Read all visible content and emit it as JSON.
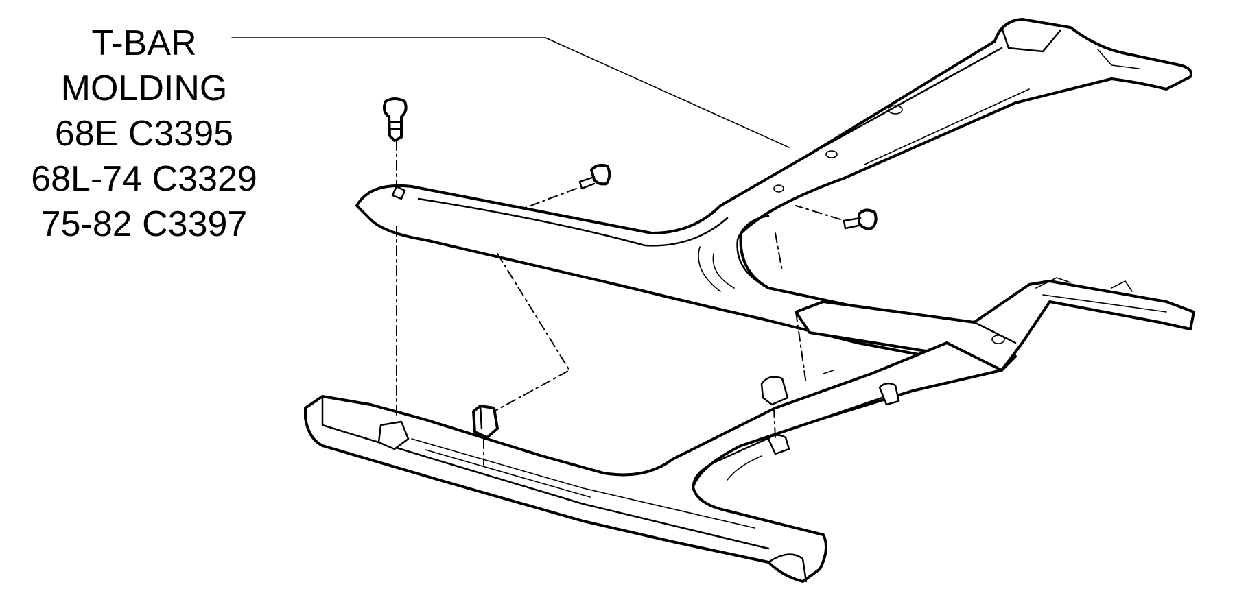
{
  "callout": {
    "title": "T-BAR",
    "subtitle": "MOLDING",
    "parts": [
      "68E  C3395",
      "68L-74  C3329",
      "75-82  C3397"
    ]
  },
  "colors": {
    "ink": "#000000",
    "background": "#ffffff"
  }
}
